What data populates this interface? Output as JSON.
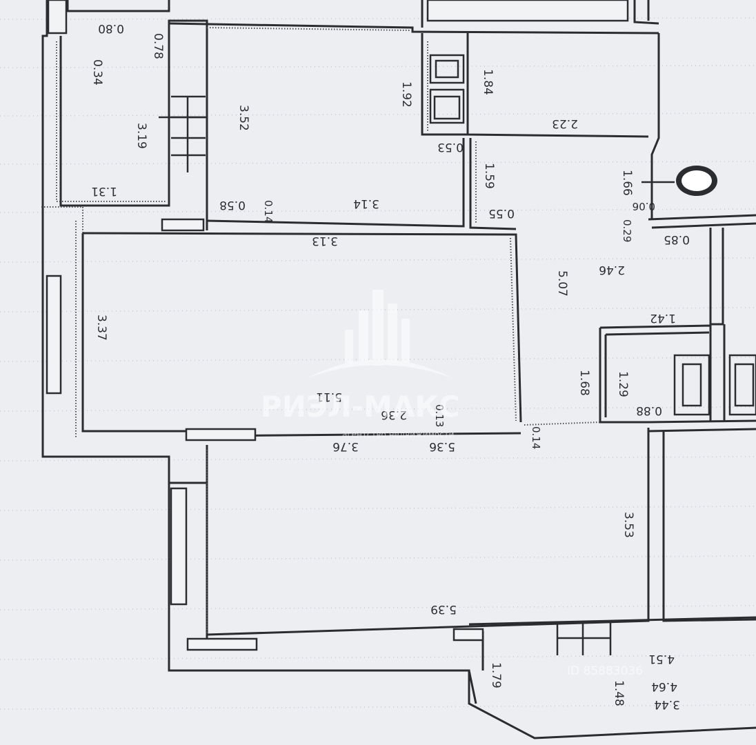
{
  "dimensions": {
    "d_0_34": "0.34",
    "d_0_80": "0.80",
    "d_0_78": "0.78",
    "d_1_31": "1.31",
    "d_3_19": "3.19",
    "d_3_52": "3.52",
    "d_1_92": "1.92",
    "d_1_84": "1.84",
    "d_2_23": "2.23",
    "d_0_53": "0.53",
    "d_1_59": "1.59",
    "d_1_66": "1.66",
    "d_0_58": "0.58",
    "d_0_14a": "0.14",
    "d_3_14": "3.14",
    "d_0_55": "0.55",
    "d_0_06": "0.06",
    "d_0_29": "0.29",
    "d_0_85": "0.85",
    "d_3_13": "3.13",
    "d_3_37": "3.37",
    "d_5_07": "5.07",
    "d_2_46": "2.46",
    "d_1_42": "1.42",
    "d_1_68": "1.68",
    "d_1_29": "1.29",
    "d_0_88": "0.88",
    "d_5_11": "5.11",
    "d_2_36": "2.36",
    "d_0_13": "0.13",
    "d_3_76": "3.76",
    "d_5_36": "5.36",
    "d_0_14b": "0.14",
    "d_3_53": "3.53",
    "d_5_39": "5.39",
    "d_4_51": "4.51",
    "d_1_79": "1.79",
    "d_1_48": "1.48",
    "d_4_64": "4.64",
    "d_3_44": "3.44"
  },
  "watermark": {
    "brand": "РИЭЛ-МАКС",
    "tagline": "агентство недвижимости",
    "listing_id": "ID 85883036"
  },
  "colors": {
    "paper": "#eceef2",
    "wall_outline": "#2a2c30",
    "watermark": "#ffffff"
  }
}
